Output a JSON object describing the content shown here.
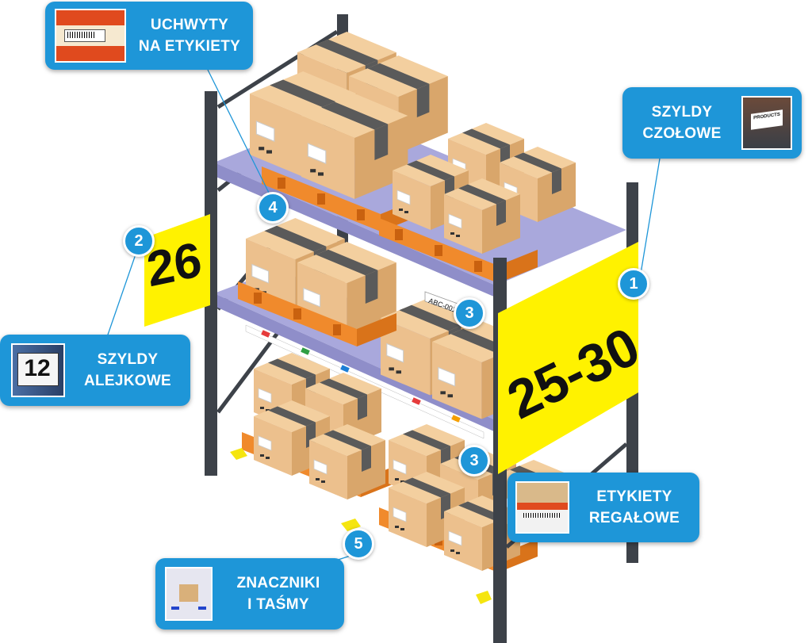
{
  "callouts": {
    "label_holders": {
      "line1": "UCHWYTY",
      "line2": "NA ETYKIETY"
    },
    "front_signs": {
      "line1": "SZYLDY",
      "line2": "CZOŁOWE"
    },
    "aisle_signs": {
      "line1": "SZYLDY",
      "line2": "ALEJKOWE",
      "thumb_text": "12"
    },
    "rack_labels": {
      "line1": "ETYKIETY",
      "line2": "REGAŁOWE"
    },
    "floor_markers": {
      "line1": "ZNACZNIKI",
      "line2": "I TAŚMY"
    }
  },
  "badges": {
    "b1": "1",
    "b2": "2",
    "b3a": "3",
    "b3b": "3",
    "b4": "4",
    "b5": "5"
  },
  "signs": {
    "front": "25-30",
    "aisle": "26"
  },
  "shelf_label": "ABC-001",
  "thumb_products_text": "PRODUCTS",
  "colors": {
    "accent": "#1e96d8",
    "sign_yellow": "#fff200",
    "upright": "#3d4249",
    "beam": "#a9a8dc",
    "pallet": "#f08a2c",
    "box": "#ecc08d",
    "tape": "#595959"
  }
}
